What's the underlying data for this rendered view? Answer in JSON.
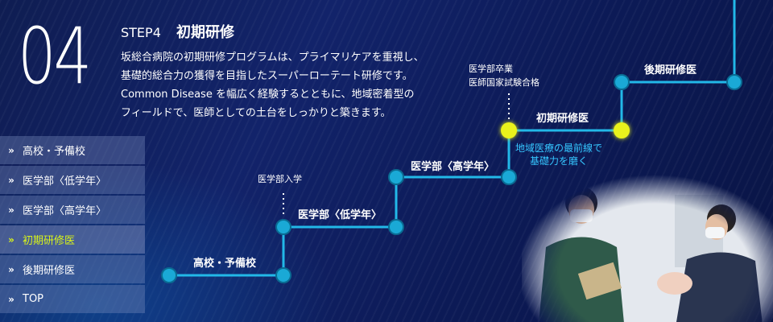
{
  "step": {
    "number": "04",
    "label": "STEP4",
    "title": "初期研修",
    "description_lines": [
      "坂総合病院の初期研修プログラムは、プライマリケアを重視し、",
      "基礎的総合力の獲得を目指したスーパーローテート研修です。",
      "Common Disease を幅広く経験するとともに、地域密着型の",
      "フィールドで、医師としての土台をしっかりと築きます。"
    ]
  },
  "side_nav": {
    "items": [
      {
        "label": "高校・予備校",
        "active": false
      },
      {
        "label": "医学部〈低学年〉",
        "active": false
      },
      {
        "label": "医学部〈高学年〉",
        "active": false
      },
      {
        "label": "初期研修医",
        "active": true
      },
      {
        "label": "後期研修医",
        "active": false
      },
      {
        "label": "TOP",
        "active": false
      }
    ],
    "chevron": "»"
  },
  "timeline": {
    "stages": {
      "highschool": "高校・予備校",
      "med_lower": "医学部〈低学年〉",
      "med_upper": "医学部〈高学年〉",
      "initial_resident": "初期研修医",
      "senior_resident": "後期研修医"
    },
    "milestones": {
      "med_entry": "医学部入学",
      "graduation_line1": "医学部卒業",
      "graduation_line2": "医師国家試験合格"
    },
    "highlight_note": [
      "地域医療の最前線で",
      "基礎力を磨く"
    ],
    "colors": {
      "line": "#22b8e8",
      "node": "#1aa9d6",
      "active": "#e9f21a"
    }
  },
  "photo": {
    "subject": "resident-training-photo"
  }
}
